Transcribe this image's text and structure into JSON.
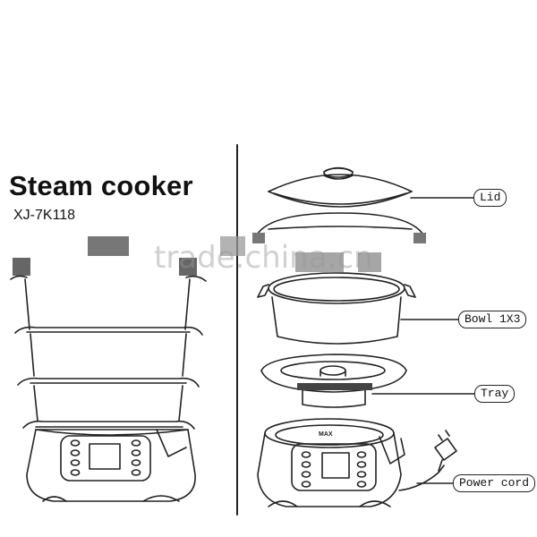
{
  "heading": {
    "title": "Steam cooker",
    "model": "XJ-7K118"
  },
  "watermark": "trade.china.cn",
  "callouts": {
    "lid": "Lid",
    "bowl": "Bowl 1X3",
    "tray": "Tray",
    "power_cord": "Power cord"
  },
  "base_marking": "MAX",
  "colors": {
    "line": "#222222",
    "text": "#111111",
    "watermark": "#969696"
  }
}
